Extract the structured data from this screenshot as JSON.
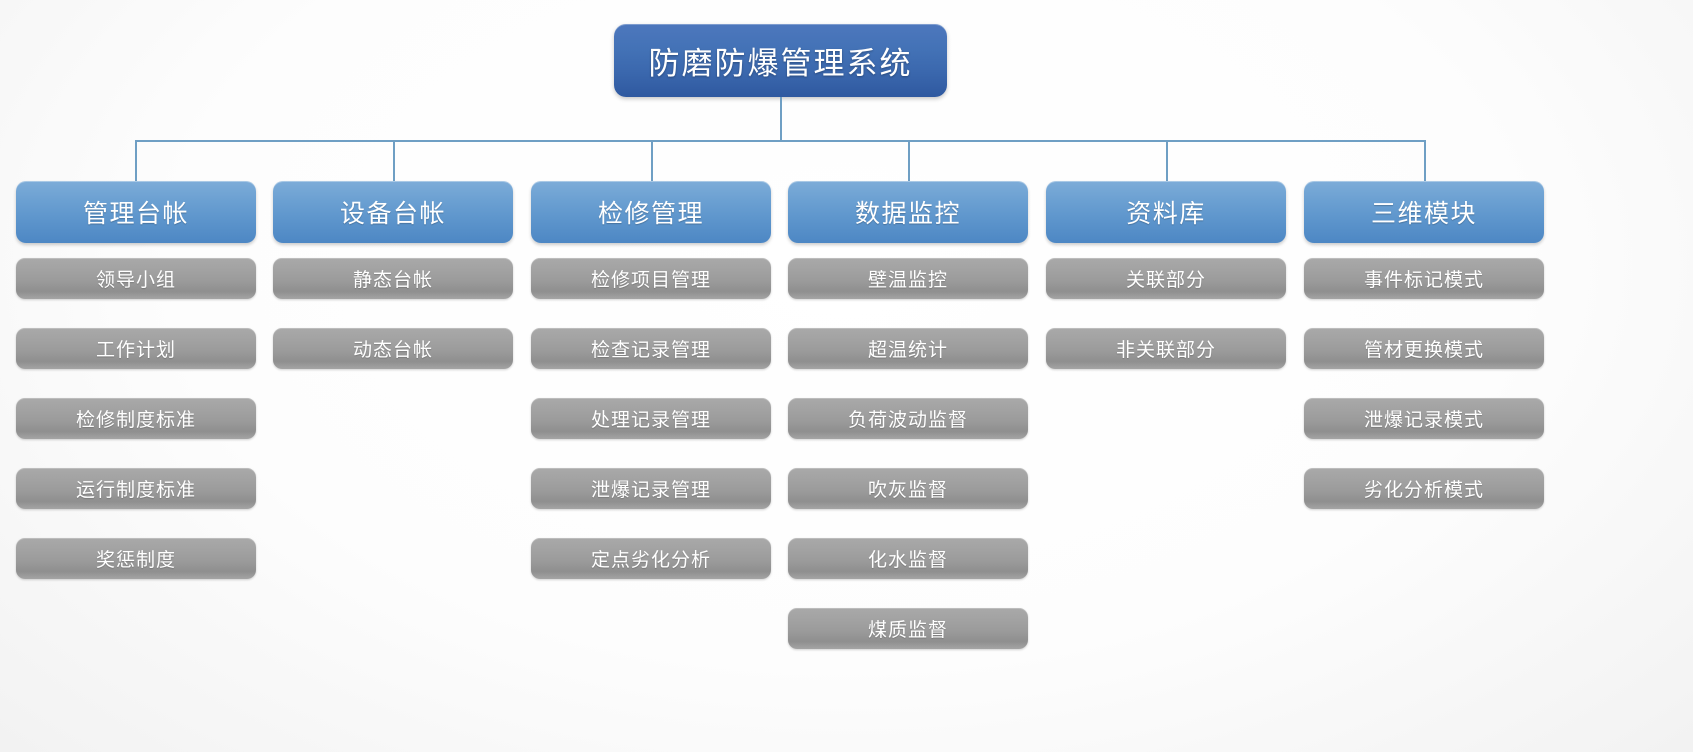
{
  "diagram": {
    "type": "organizational-tree",
    "root": {
      "label": "防磨防爆管理系统"
    },
    "connector_color": "#6f9fc4",
    "level2_color": "#5d95cc",
    "level3_color": "#9b9b9b",
    "root_color": "#3b68ae",
    "branches": [
      {
        "label": "管理台帐",
        "children": [
          {
            "label": "领导小组"
          },
          {
            "label": "工作计划"
          },
          {
            "label": "检修制度标准"
          },
          {
            "label": "运行制度标准"
          },
          {
            "label": "奖惩制度"
          }
        ]
      },
      {
        "label": "设备台帐",
        "children": [
          {
            "label": "静态台帐"
          },
          {
            "label": "动态台帐"
          }
        ]
      },
      {
        "label": "检修管理",
        "children": [
          {
            "label": "检修项目管理"
          },
          {
            "label": "检查记录管理"
          },
          {
            "label": "处理记录管理"
          },
          {
            "label": "泄爆记录管理"
          },
          {
            "label": "定点劣化分析"
          }
        ]
      },
      {
        "label": "数据监控",
        "children": [
          {
            "label": "壁温监控"
          },
          {
            "label": "超温统计"
          },
          {
            "label": "负荷波动监督"
          },
          {
            "label": "吹灰监督"
          },
          {
            "label": "化水监督"
          },
          {
            "label": "煤质监督"
          }
        ]
      },
      {
        "label": "资料库",
        "children": [
          {
            "label": "关联部分"
          },
          {
            "label": "非关联部分"
          }
        ]
      },
      {
        "label": "三维模块",
        "children": [
          {
            "label": "事件标记模式"
          },
          {
            "label": "管材更换模式"
          },
          {
            "label": "泄爆记录模式"
          },
          {
            "label": "劣化分析模式"
          }
        ]
      }
    ]
  }
}
